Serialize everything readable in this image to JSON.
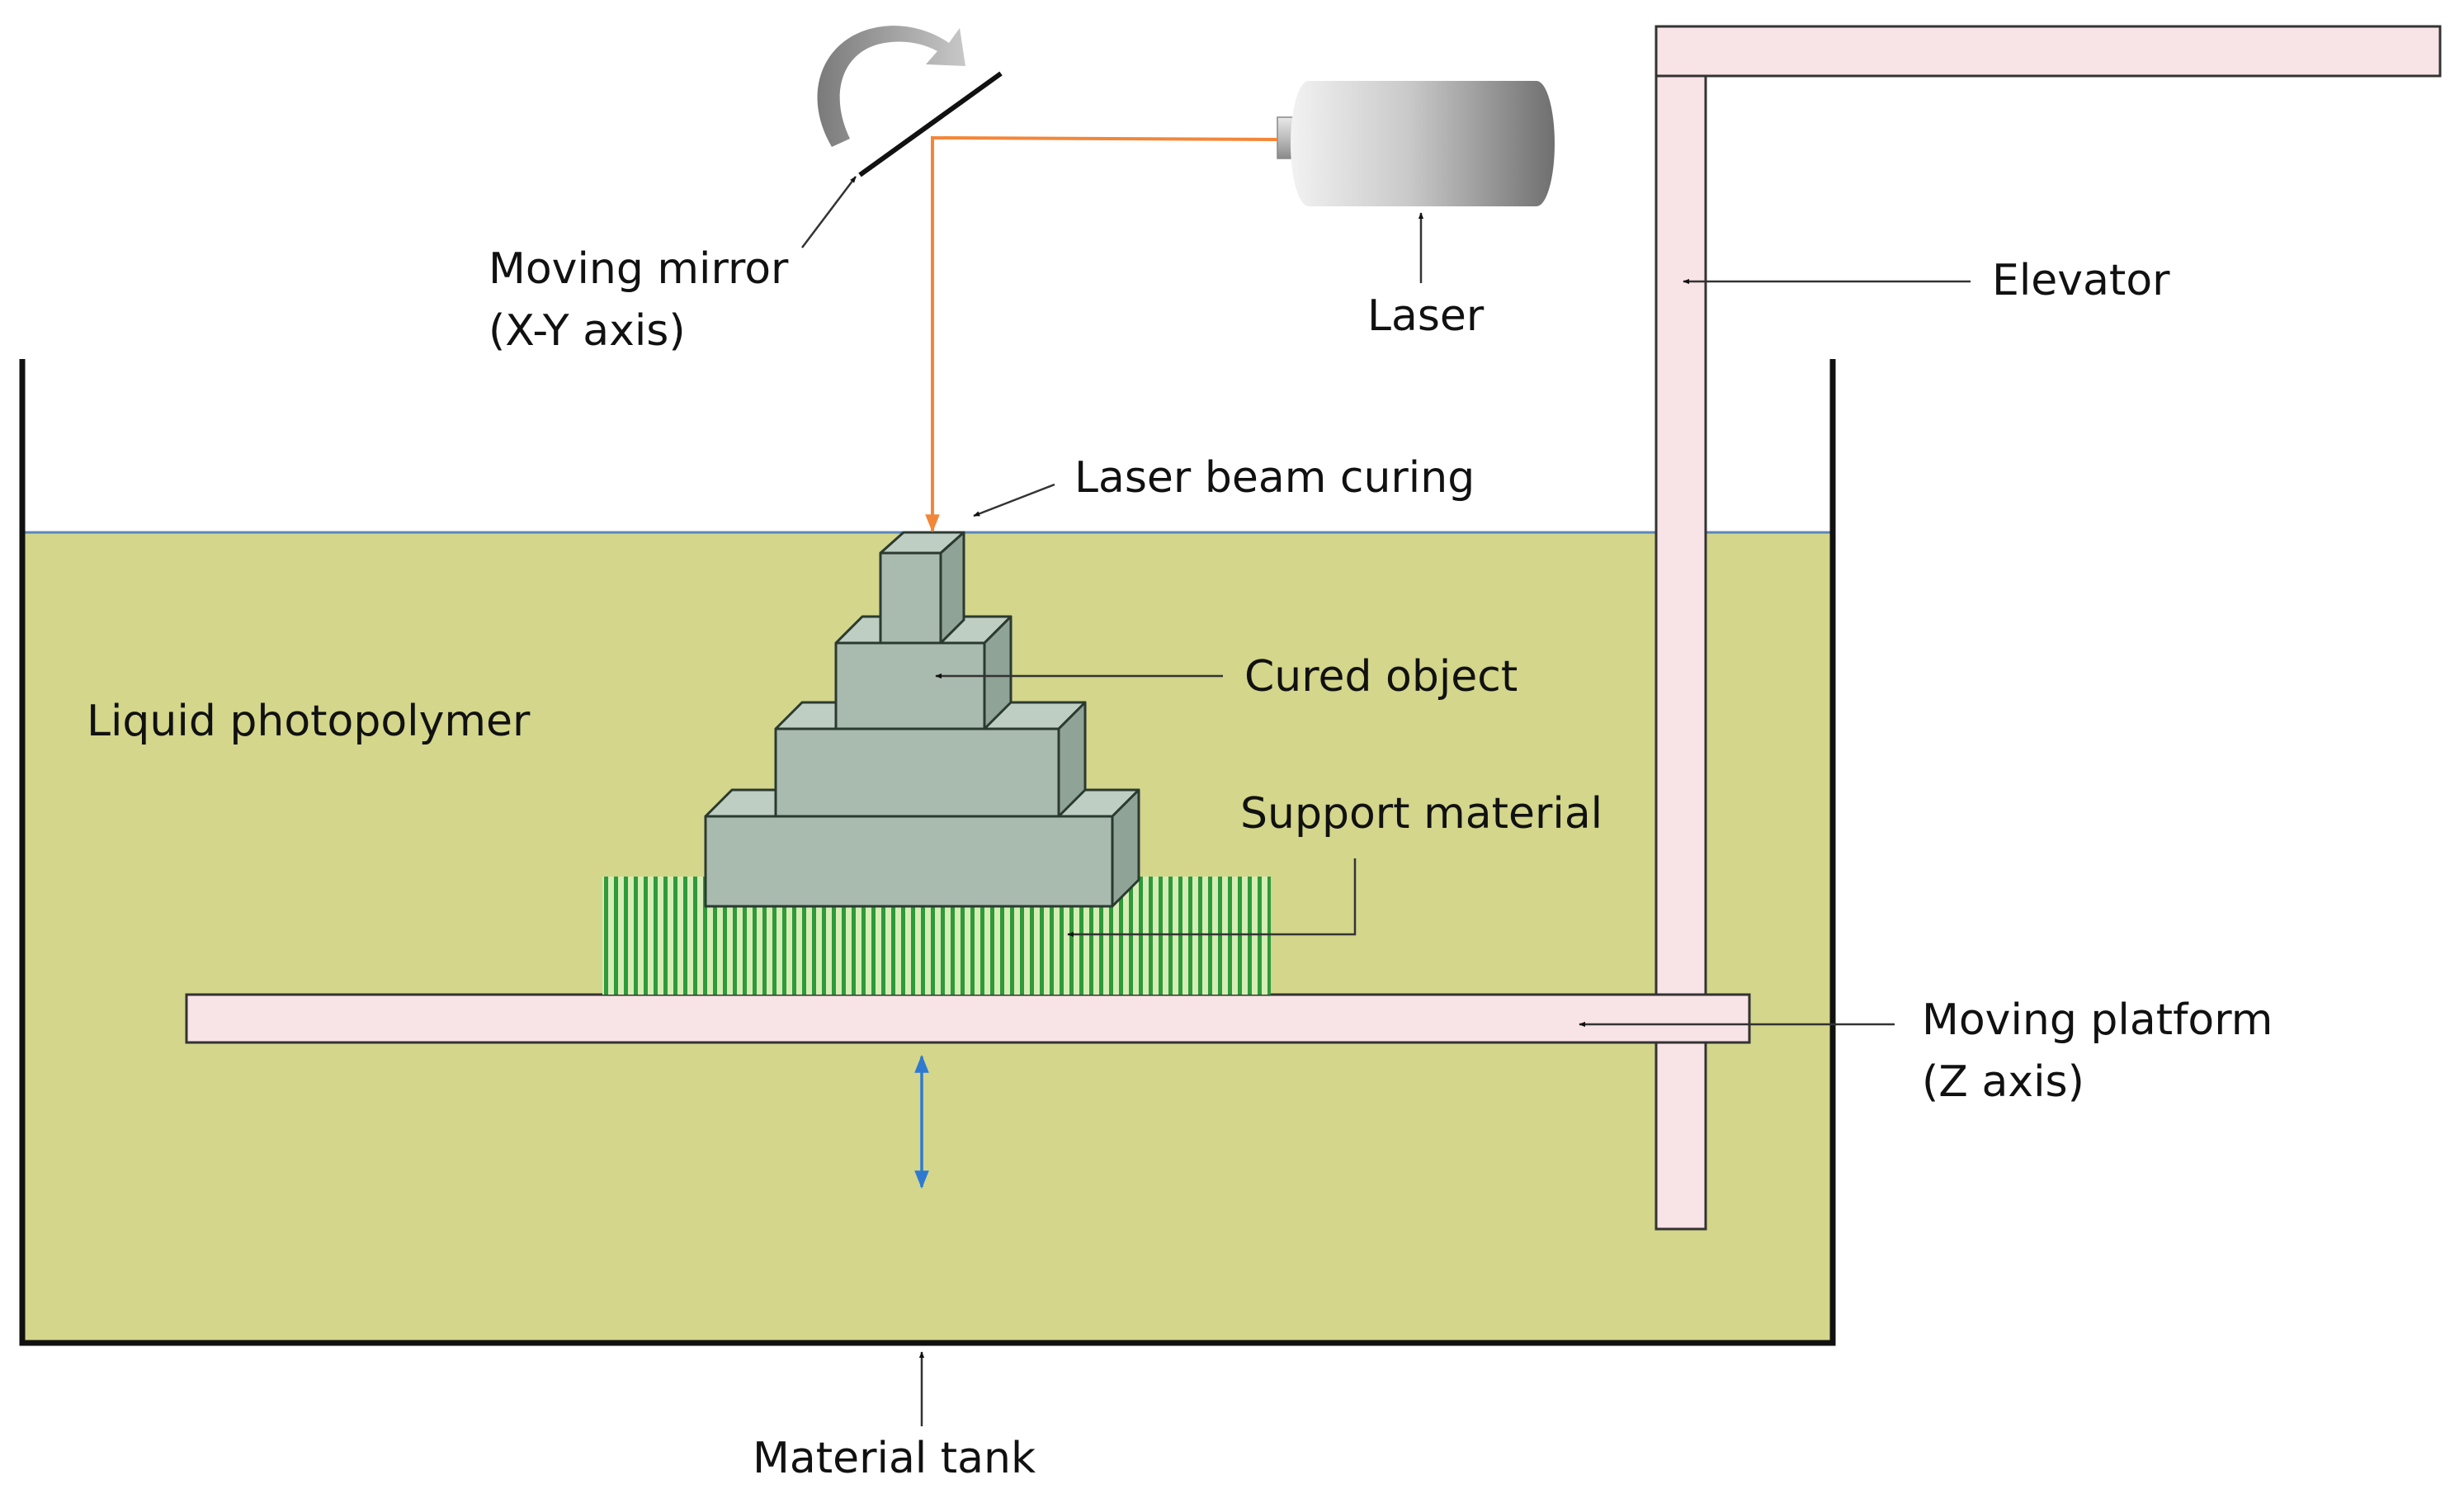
{
  "labels": {
    "moving_mirror_line1": "Moving mirror",
    "moving_mirror_line2": "(X-Y axis)",
    "laser": "Laser",
    "elevator": "Elevator",
    "laser_beam_curing": "Laser beam curing",
    "cured_object": "Cured object",
    "liquid_photopolymer": "Liquid photopolymer",
    "support_material": "Support material",
    "moving_platform_line1": "Moving platform",
    "moving_platform_line2": "(Z axis)",
    "material_tank": "Material tank"
  },
  "colors": {
    "liquid": "#D3D68B",
    "liquid_surface": "#5B86B8",
    "laser_beam": "#F2873A",
    "cured_front": "#A9BBAE",
    "cured_top": "#BFCEC3",
    "cured_side": "#8FA396",
    "cured_edge": "#2B3A30",
    "support_stripe": "#2E9A3A",
    "support_bg": "#D6EDB5",
    "platform_fill": "#F8E3E6",
    "motion_arrow": "#2F7AD0",
    "tank_wall": "#111111"
  }
}
